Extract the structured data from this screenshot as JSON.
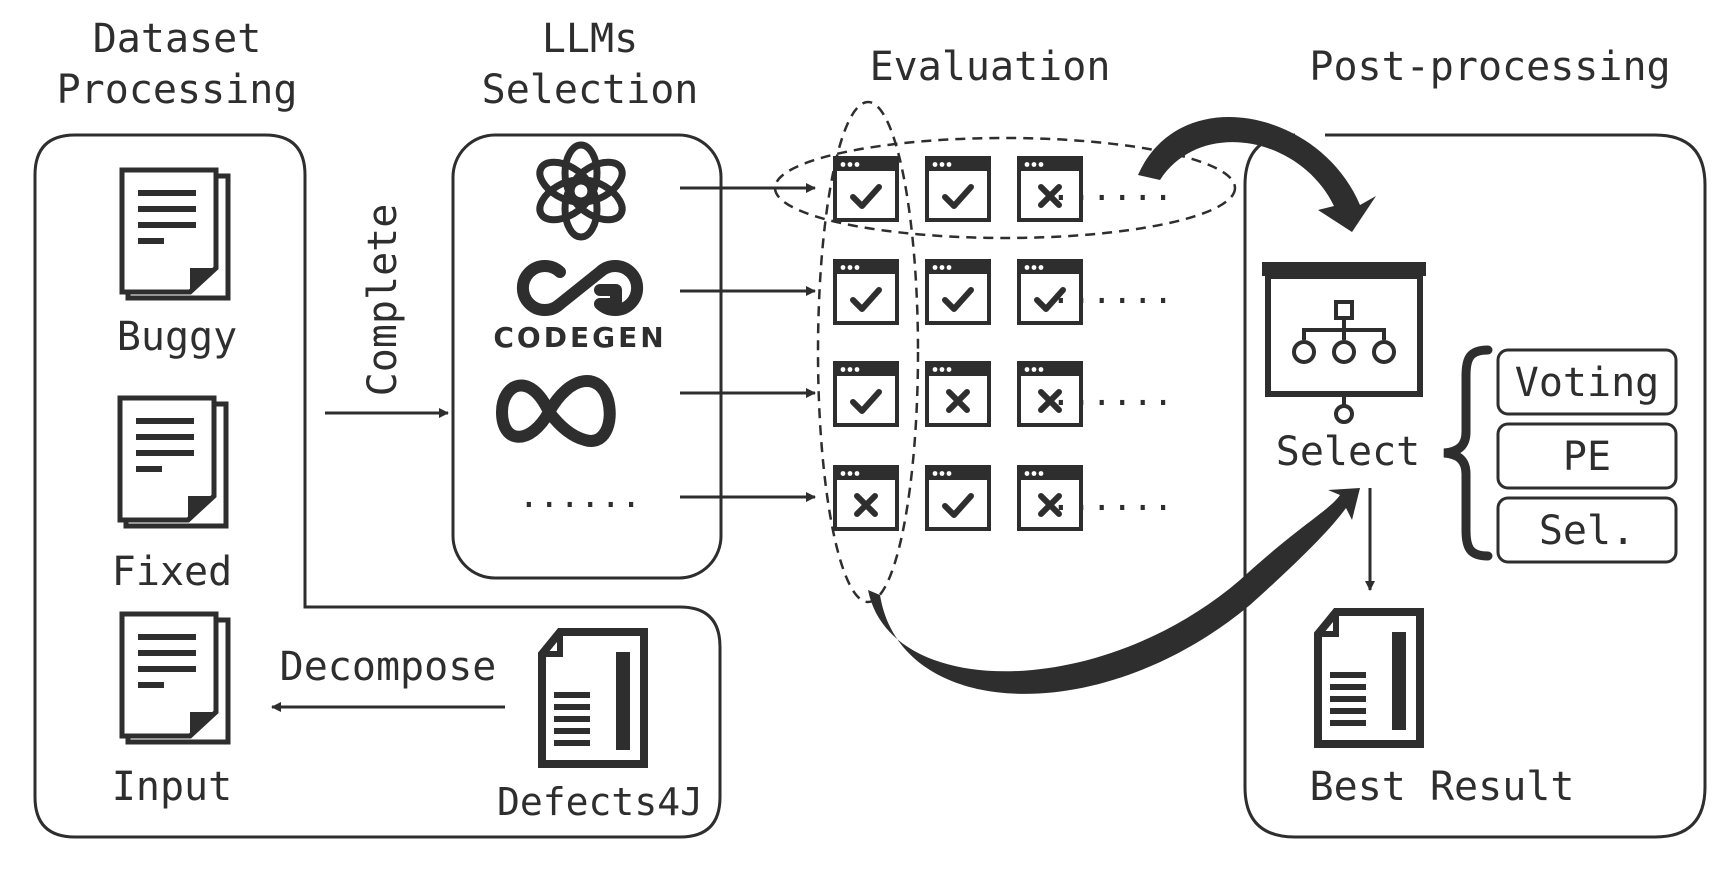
{
  "headers": {
    "dataset_line1": "Dataset",
    "dataset_line2": "Processing",
    "llms_line1": "LLMs",
    "llms_line2": "Selection",
    "evaluation": "Evaluation",
    "postprocessing": "Post-processing"
  },
  "dataset": {
    "buggy": "Buggy",
    "fixed": "Fixed",
    "input": "Input",
    "defects4j": "Defects4J",
    "decompose": "Decompose"
  },
  "llms": {
    "complete": "Complete",
    "codegen_text": "CODEGEN",
    "more": "......",
    "icons": [
      "openai-logo",
      "codegen-logo",
      "meta-logo"
    ]
  },
  "evaluation": {
    "grid": [
      [
        "pass",
        "pass",
        "fail"
      ],
      [
        "pass",
        "pass",
        "pass"
      ],
      [
        "pass",
        "fail",
        "fail"
      ],
      [
        "fail",
        "pass",
        "fail"
      ]
    ],
    "more": "......"
  },
  "post": {
    "select": "Select",
    "options": [
      "Voting",
      "PE",
      "Sel."
    ],
    "best_result": "Best Result"
  },
  "colors": {
    "ink": "#2e2e2e",
    "background": "#ffffff"
  }
}
